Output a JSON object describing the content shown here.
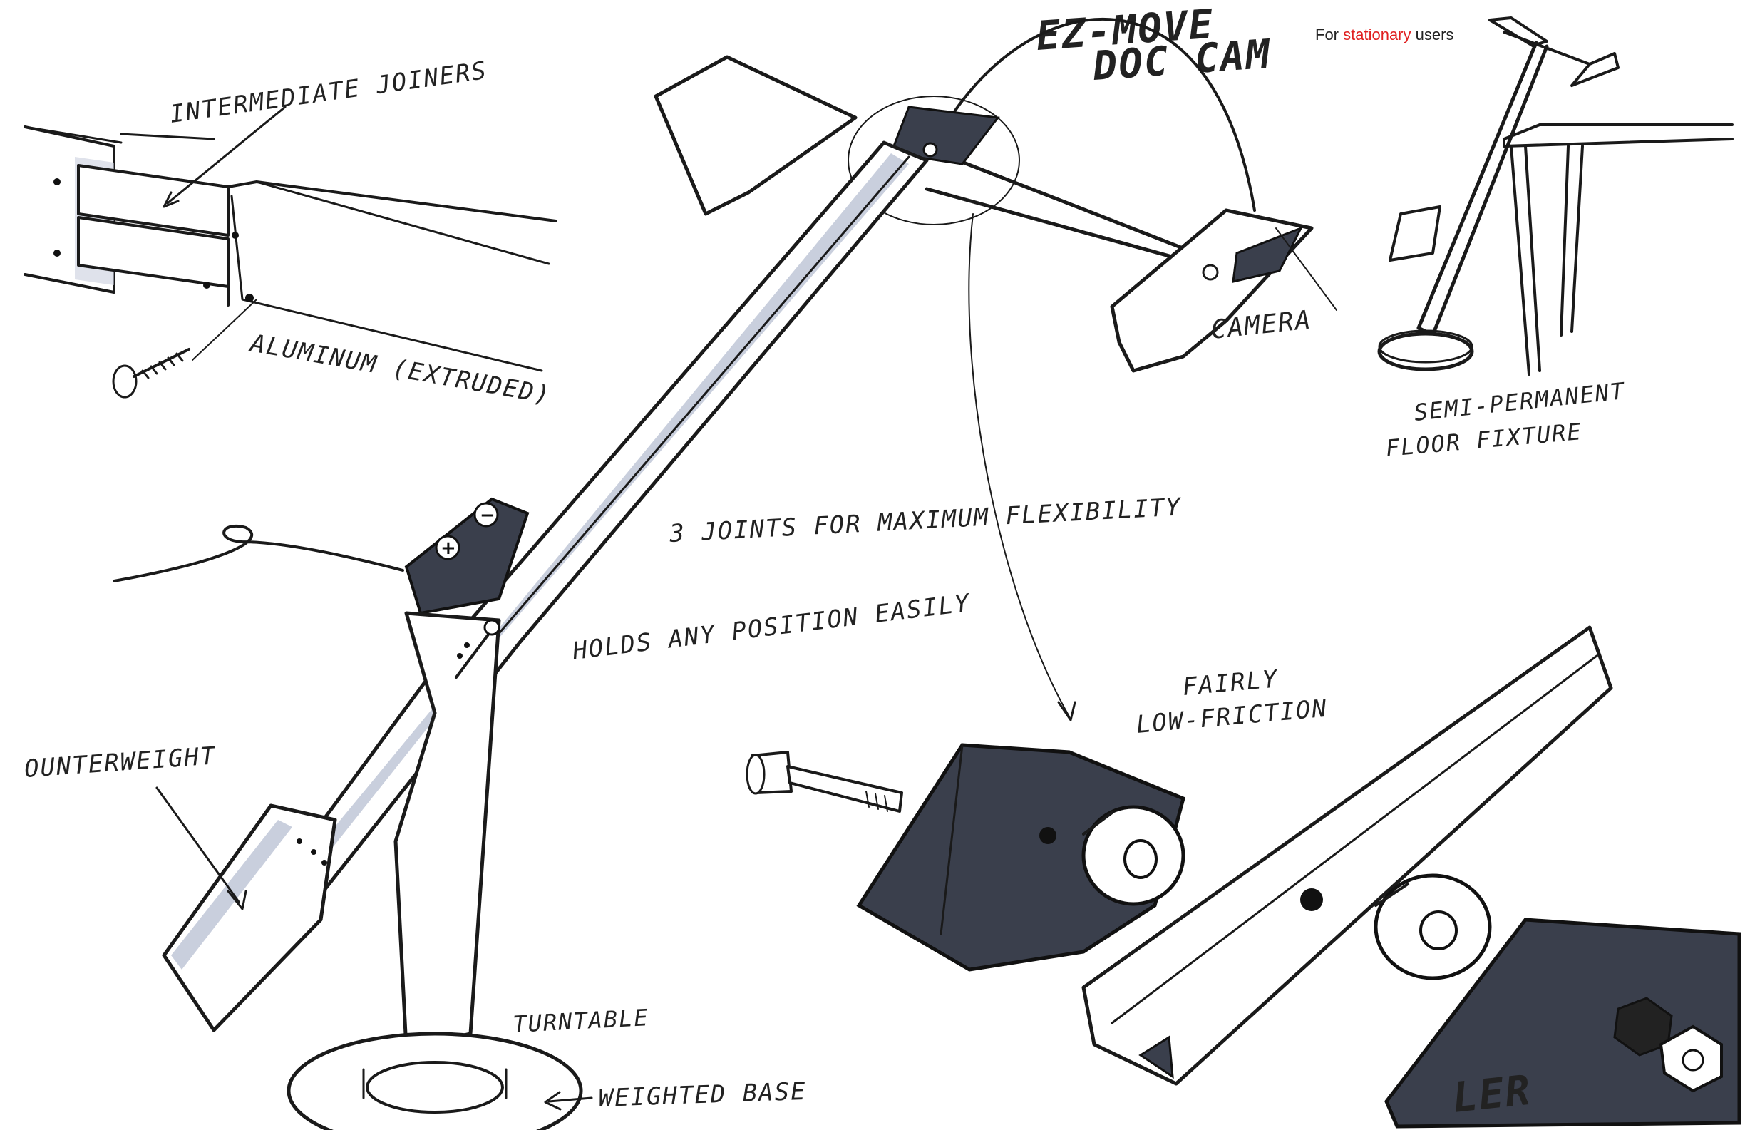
{
  "title": {
    "line1": "EZ-MOVE",
    "line2": "DOC CAM"
  },
  "subtitle": {
    "prefix": "For ",
    "highlight": "stationary",
    "suffix": " users"
  },
  "labels": {
    "intermediate_joiners": "INTERMEDIATE JOINERS",
    "aluminum": "ALUMINUM (EXTRUDED)",
    "camera": "CAMERA",
    "semi_permanent_1": "SEMI-PERMANENT",
    "semi_permanent_2": "FLOOR FIXTURE",
    "three_joints": "3 JOINTS FOR MAXIMUM FLEXIBILITY",
    "holds_position": "HOLDS ANY POSITION EASILY",
    "low_friction_1": "FAIRLY",
    "low_friction_2": "LOW-FRICTION",
    "counterweight": "OUNTERWEIGHT",
    "turntable": "TURNTABLE",
    "weighted_base": "WEIGHTED BASE",
    "signature": "LER"
  },
  "colors": {
    "ink": "#1a1a1a",
    "marker_shade": "#c9cfdd",
    "marker_dark": "#3a3f4c",
    "accent_red": "#e02020"
  }
}
